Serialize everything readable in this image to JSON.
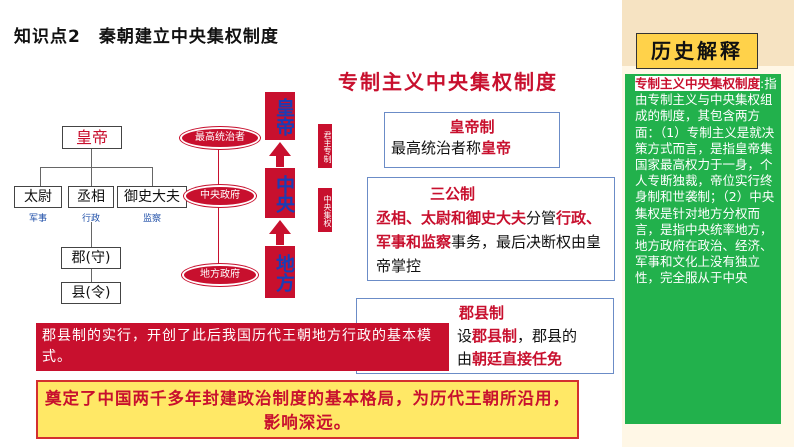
{
  "header": {
    "topic": "知识点2　秦朝建立中央集权制度",
    "main_title": "专制主义中央集权制度"
  },
  "org_chart": {
    "emperor": "皇帝",
    "officials": [
      {
        "name": "太尉",
        "role": "军事"
      },
      {
        "name": "丞相",
        "role": "行政"
      },
      {
        "name": "御史大夫",
        "role": "监察"
      }
    ],
    "commandery": "郡(守)",
    "county": "县(令)"
  },
  "hierarchy": {
    "top": "皇帝",
    "middle": "中央",
    "bottom": "地方",
    "ovals": [
      "最高统治者",
      "中央政府",
      "地方政府"
    ],
    "tags": [
      "君主专制",
      "中央集权"
    ]
  },
  "explanations": {
    "emperor_system": {
      "title": "皇帝制",
      "text_pre": "最高统治者称",
      "highlight": "皇帝"
    },
    "three_lords": {
      "title": "三公制",
      "highlight1": "丞相、太尉和御史大夫",
      "text1": "分管",
      "highlight2": "行政、军事和监察",
      "text2": "事务，最后决断权由皇帝掌控"
    },
    "county_system": {
      "title": "郡县制",
      "text_pre": "设",
      "highlight1": "郡县制",
      "text_mid": "，郡县的",
      "text_pre2": "由",
      "highlight2": "朝廷直接任免"
    }
  },
  "notes": {
    "note1": "郡县制的实行，开创了此后我国历代王朝地方行政的基本模式。",
    "note2": "奠定了中国两千多年封建政治制度的基本格局，为历代王朝所沿用，影响深远。"
  },
  "side_panel": {
    "title": "历史解释",
    "term": "专制主义中央集权制度",
    "body": ":指由专制主义与中央集权组成的制度，其包含两方面：（1）专制主义是就决策方式而言，是指皇帝集国家最高权力于一身，个人专断独裁，帝位实行终身制和世袭制；（2）中央集权是针对地方分权而言，是指中央统率地方，地方政府在政治、经济、军事和文化上没有独立性，完全服从于中央"
  },
  "colors": {
    "accent_red": "#c8102e",
    "panel_green": "#22b14c",
    "note_yellow": "#ffe866",
    "title_yellow": "#ffd24a"
  }
}
